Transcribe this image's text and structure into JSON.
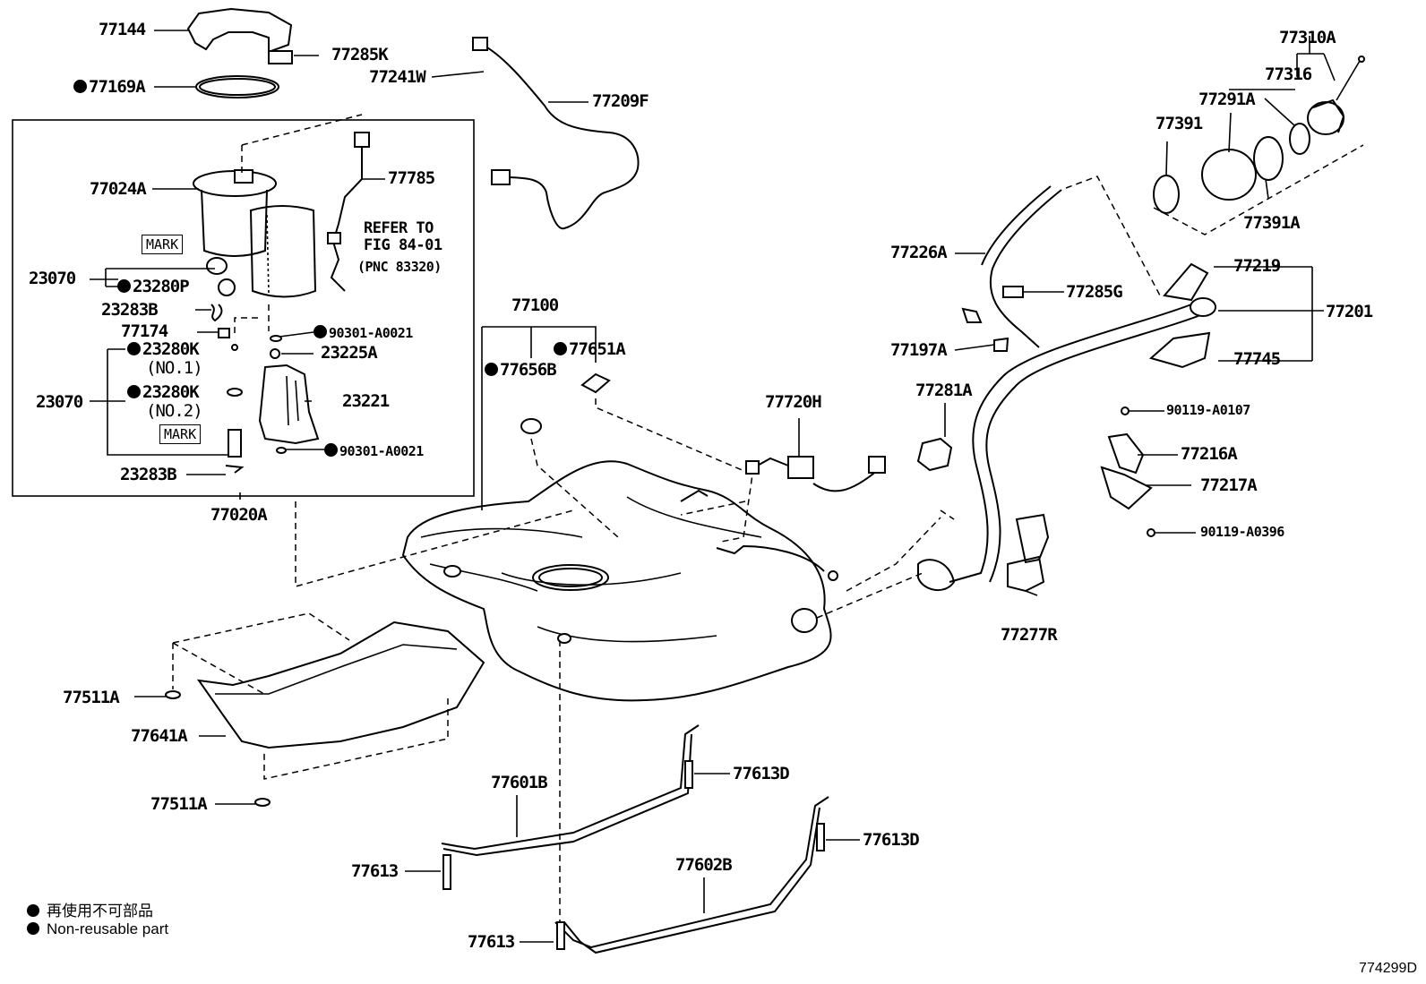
{
  "labels": {
    "p77144": "77144",
    "p77285K": "77285K",
    "p77169A": "77169A",
    "p77241W": "77241W",
    "p77209F": "77209F",
    "p77310A": "77310A",
    "p77316": "77316",
    "p77291A": "77291A",
    "p77391": "77391",
    "p77391A": "77391A",
    "p77024A": "77024A",
    "p77785": "77785",
    "refer1": "REFER TO",
    "refer2": "FIG 84-01",
    "refer3": "(PNC 83320)",
    "p23070a": "23070",
    "p23280P": "23280P",
    "p23283Ba": "23283B",
    "p77174": "77174",
    "p90301a": "90301-A0021",
    "p23280K1": "23280K",
    "no1": "(NO.1)",
    "p23225A": "23225A",
    "p23070b": "23070",
    "p23280K2": "23280K",
    "no2": "(NO.2)",
    "p23221": "23221",
    "p90301b": "90301-A0021",
    "p23283Bb": "23283B",
    "p77020A": "77020A",
    "p77100": "77100",
    "p77651A": "77651A",
    "p77656B": "77656B",
    "p77720H": "77720H",
    "p77226A": "77226A",
    "p77285G": "77285G",
    "p77197A": "77197A",
    "p77219": "77219",
    "p77201": "77201",
    "p77745": "77745",
    "p77281A": "77281A",
    "p90119a": "90119-A0107",
    "p77216A": "77216A",
    "p77217A": "77217A",
    "p90119b": "90119-A0396",
    "p77277R": "77277R",
    "p77511Aa": "77511A",
    "p77641A": "77641A",
    "p77511Ab": "77511A",
    "p77601B": "77601B",
    "p77613D1": "77613D",
    "p77613D2": "77613D",
    "p77613a": "77613",
    "p77602B": "77602B",
    "p77613b": "77613"
  },
  "tags": {
    "mark1": "MARK",
    "mark2": "MARK"
  },
  "legend": {
    "line1": "再使用不可部品",
    "line2": "Non-reusable part"
  },
  "diagram_code": "774299D"
}
